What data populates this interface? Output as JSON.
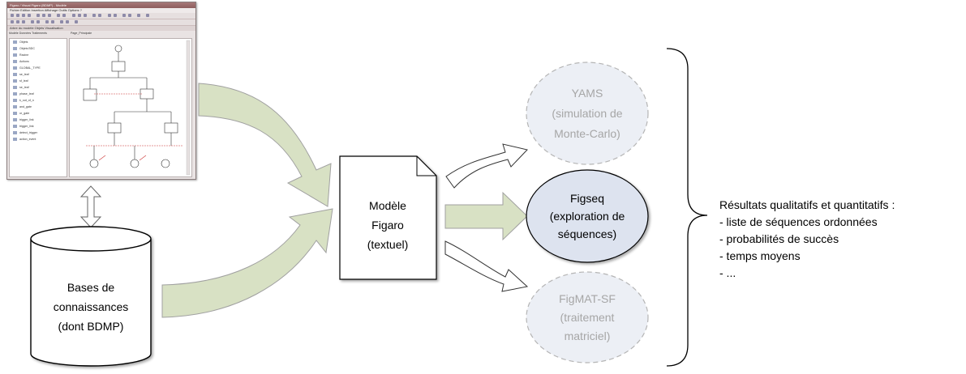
{
  "screenshot": {
    "title": "Figaro / Visual Figaro (BDMP) - Modèle",
    "menu": "Fichier  Edition  Insertion  Affichage  Outils  Options  ?",
    "subbar": "Arbre du modèle   Objets   Visualisation",
    "tabs": "Modèle  Données  Traitements",
    "canvas_tab": "Page_Principale",
    "tree_items": [
      "Objets",
      "Objets BDC",
      "Racine",
      "Actions",
      "GLOBAL_TYPE",
      "se_leaf",
      "sf_leaf",
      "se_leaf",
      "phase_leaf",
      "k_out_of_n",
      "and_gate",
      "or_gate",
      "trigger_link",
      "trigger_link",
      "detect_trigger",
      "action_event"
    ]
  },
  "nodes": {
    "bases": [
      "Bases de",
      "connaissances",
      "(dont BDMP)"
    ],
    "modele": [
      "Modèle",
      "Figaro",
      "(textuel)"
    ],
    "yams": [
      "YAMS",
      "(simulation de",
      "Monte-Carlo)"
    ],
    "figseq": [
      "Figseq",
      "(exploration de",
      "séquences)"
    ],
    "figmat": [
      "FigMAT-SF",
      "(traitement",
      "matriciel)"
    ]
  },
  "results": {
    "title": "Résultats qualitatifs et quantitatifs :",
    "items": [
      "- liste de séquences ordonnées",
      "- probabilités de succès",
      "- temps moyens",
      "- ..."
    ]
  },
  "colors": {
    "arrow_fill": "#d8e1c4",
    "arrow_stroke": "#a0a0a0",
    "figseq_fill": "#dde3ef",
    "faded_fill": "#eceff5",
    "faded_text": "#a6a6a6",
    "stroke": "#000000"
  }
}
